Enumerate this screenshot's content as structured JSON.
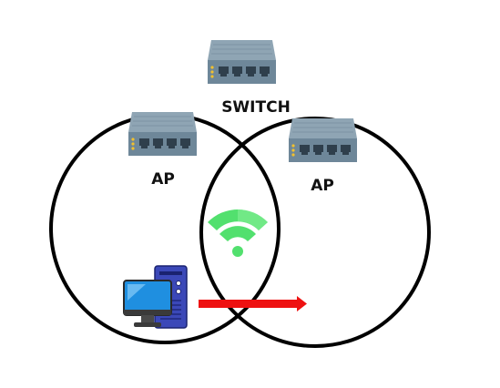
{
  "labels": {
    "switch": "SWITCH",
    "ap_left": "AP",
    "ap_right": "AP"
  },
  "icons": {
    "switch": "network-switch-icon",
    "ap_left": "network-switch-icon",
    "ap_right": "network-switch-icon",
    "wifi": "wifi-icon",
    "computer": "desktop-computer-icon",
    "arrow": "arrow-right-icon"
  },
  "colors": {
    "circle_stroke": "#000000",
    "device_body": "#6e8799",
    "device_top": "#8fa5b4",
    "device_port": "#2f3f4c",
    "device_led": "#f2c12e",
    "wifi": "#52e06e",
    "arrow": "#ee1111",
    "monitor": "#1f8fe0",
    "tower": "#3b48b8"
  }
}
